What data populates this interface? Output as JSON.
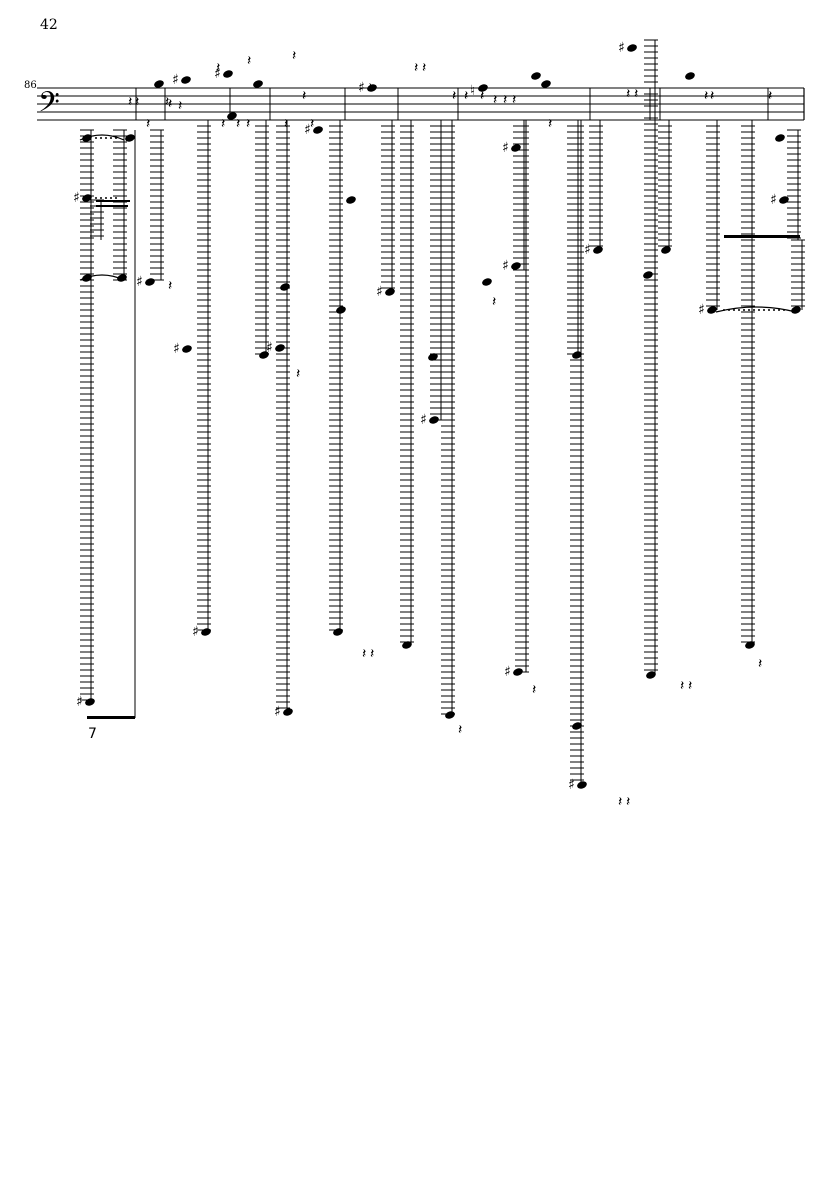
{
  "page": {
    "number": "42"
  },
  "system": {
    "measure_number": "86",
    "clef": "bass"
  },
  "glyphs": {
    "sharp": "♯",
    "natural": "♮",
    "rest": "𝄽",
    "clef": "𝄢"
  }
}
